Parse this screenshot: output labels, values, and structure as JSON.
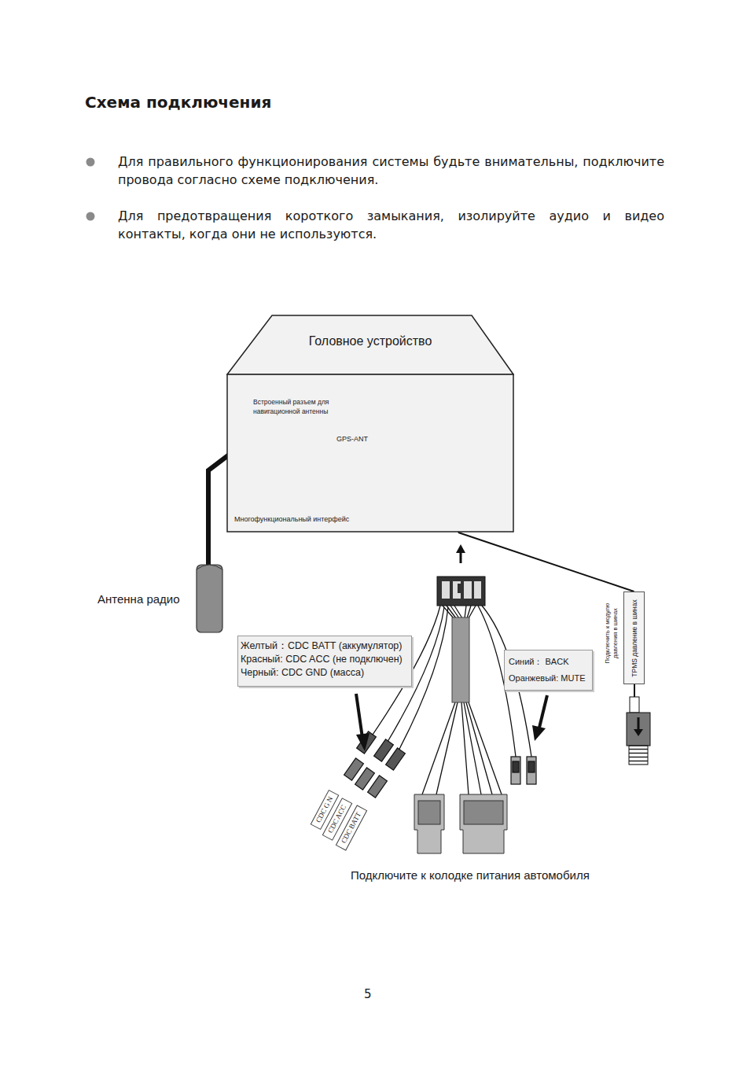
{
  "diagram": {
    "title": "Схема подключения",
    "nodes": [
      {
        "text": [
          "Головное устройство"
        ]
      },
      {
        "text": [
          "Желтый：CDC BATT (аккумулятор)",
          "Красный: CDC ACC (не подключен)",
          "Черный:  CDC GND (масса)"
        ]
      },
      {
        "text": [
          "Синий： BACK",
          "Оранжевый: MUTE"
        ]
      },
      {
        "text": [
          "TPMS давление в шинах",
          "Подключить к модулю давления в шинах"
        ]
      }
    ],
    "edges": [
      {
        "from": 0,
        "to": 3,
        "arrow": "none"
      }
    ],
    "labels": [
      "Для правильного функционирования системы будьте внимательны, подключите провода согласно схеме подключения.",
      "Для предотвращения короткого замыкания, изолируйте аудио и видео контакты, когда они не используются.",
      "Встроенный разъем для навигационной антенны",
      "GPS-ANT",
      "Многофункциональный интерфейс",
      "Антенна радио",
      "CDC G N",
      "CDC ACC",
      "CDC BATT",
      "Подключите к колодке питания автомобиля",
      "5"
    ]
  }
}
